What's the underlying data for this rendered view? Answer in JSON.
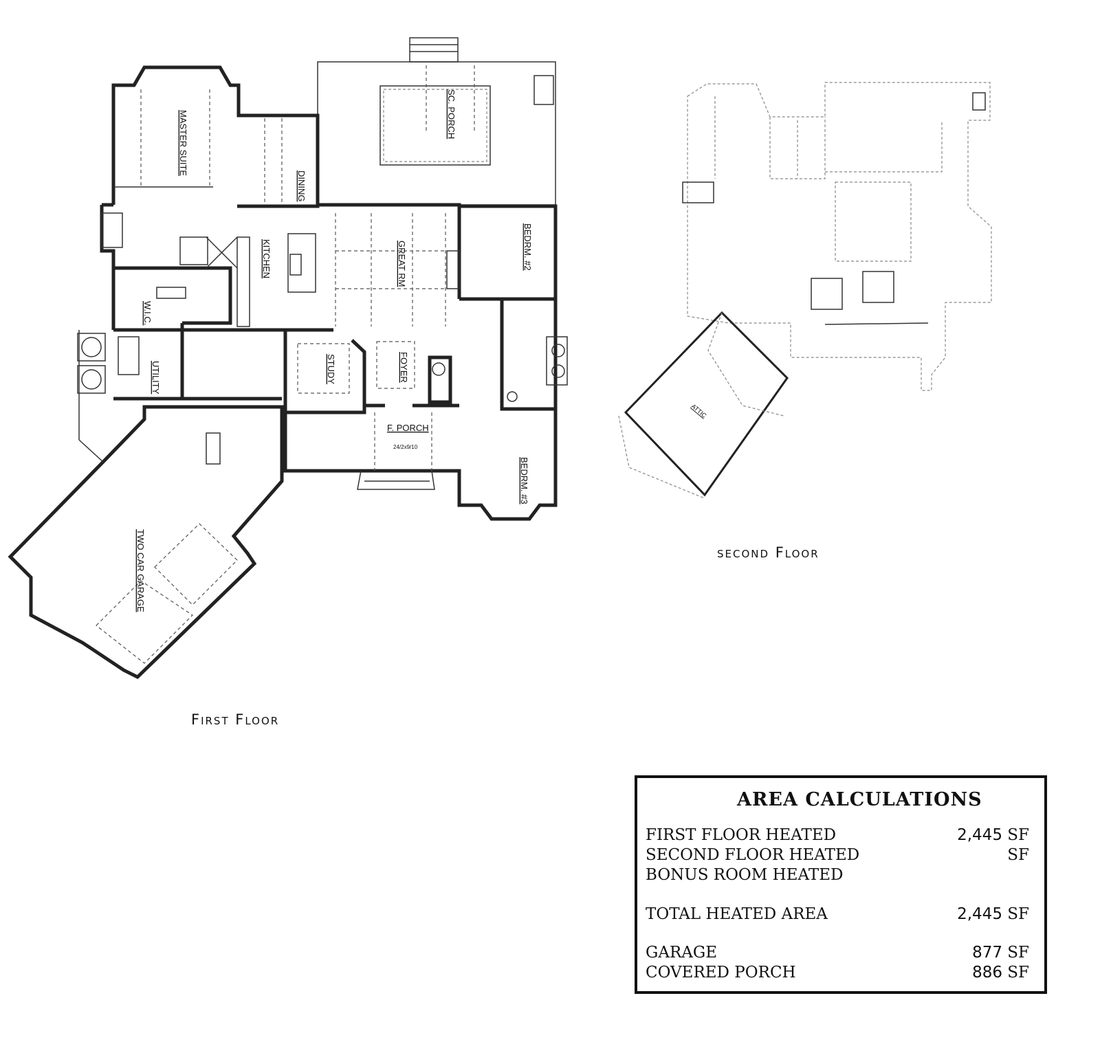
{
  "first_floor": {
    "caption": "First Floor",
    "rooms": {
      "master_suite": "MASTER SUITE",
      "dining": "DINING",
      "sc_porch": "SC. PORCH",
      "kitchen": "KITCHEN",
      "great_rm": "GREAT RM",
      "bedrm2": "BEDRM. #2",
      "wic": "W.I.C.",
      "utility": "UTILITY",
      "study": "STUDY",
      "foyer": "FOYER",
      "f_porch": "F. PORCH",
      "f_porch_dim": "24/2x9/10",
      "bedrm3": "BEDRM. #3",
      "garage": "TWO CAR GARAGE"
    }
  },
  "second_floor": {
    "caption": "second Floor",
    "rooms": {
      "attic": "ATTIC"
    }
  },
  "area_calculations": {
    "title": "AREA CALCULATIONS",
    "rows": [
      {
        "label": "FIRST FLOOR HEATED",
        "value": "2,445",
        "unit": "SF"
      },
      {
        "label": "SECOND FLOOR HEATED",
        "value": "",
        "unit": "SF"
      },
      {
        "label": "BONUS ROOM HEATED",
        "value": "",
        "unit": ""
      },
      {
        "label": "TOTAL HEATED AREA",
        "value": "2,445",
        "unit": "SF"
      },
      {
        "label": "GARAGE",
        "value": "877",
        "unit": "SF"
      },
      {
        "label": "COVERED PORCH",
        "value": "886",
        "unit": "SF"
      }
    ]
  }
}
